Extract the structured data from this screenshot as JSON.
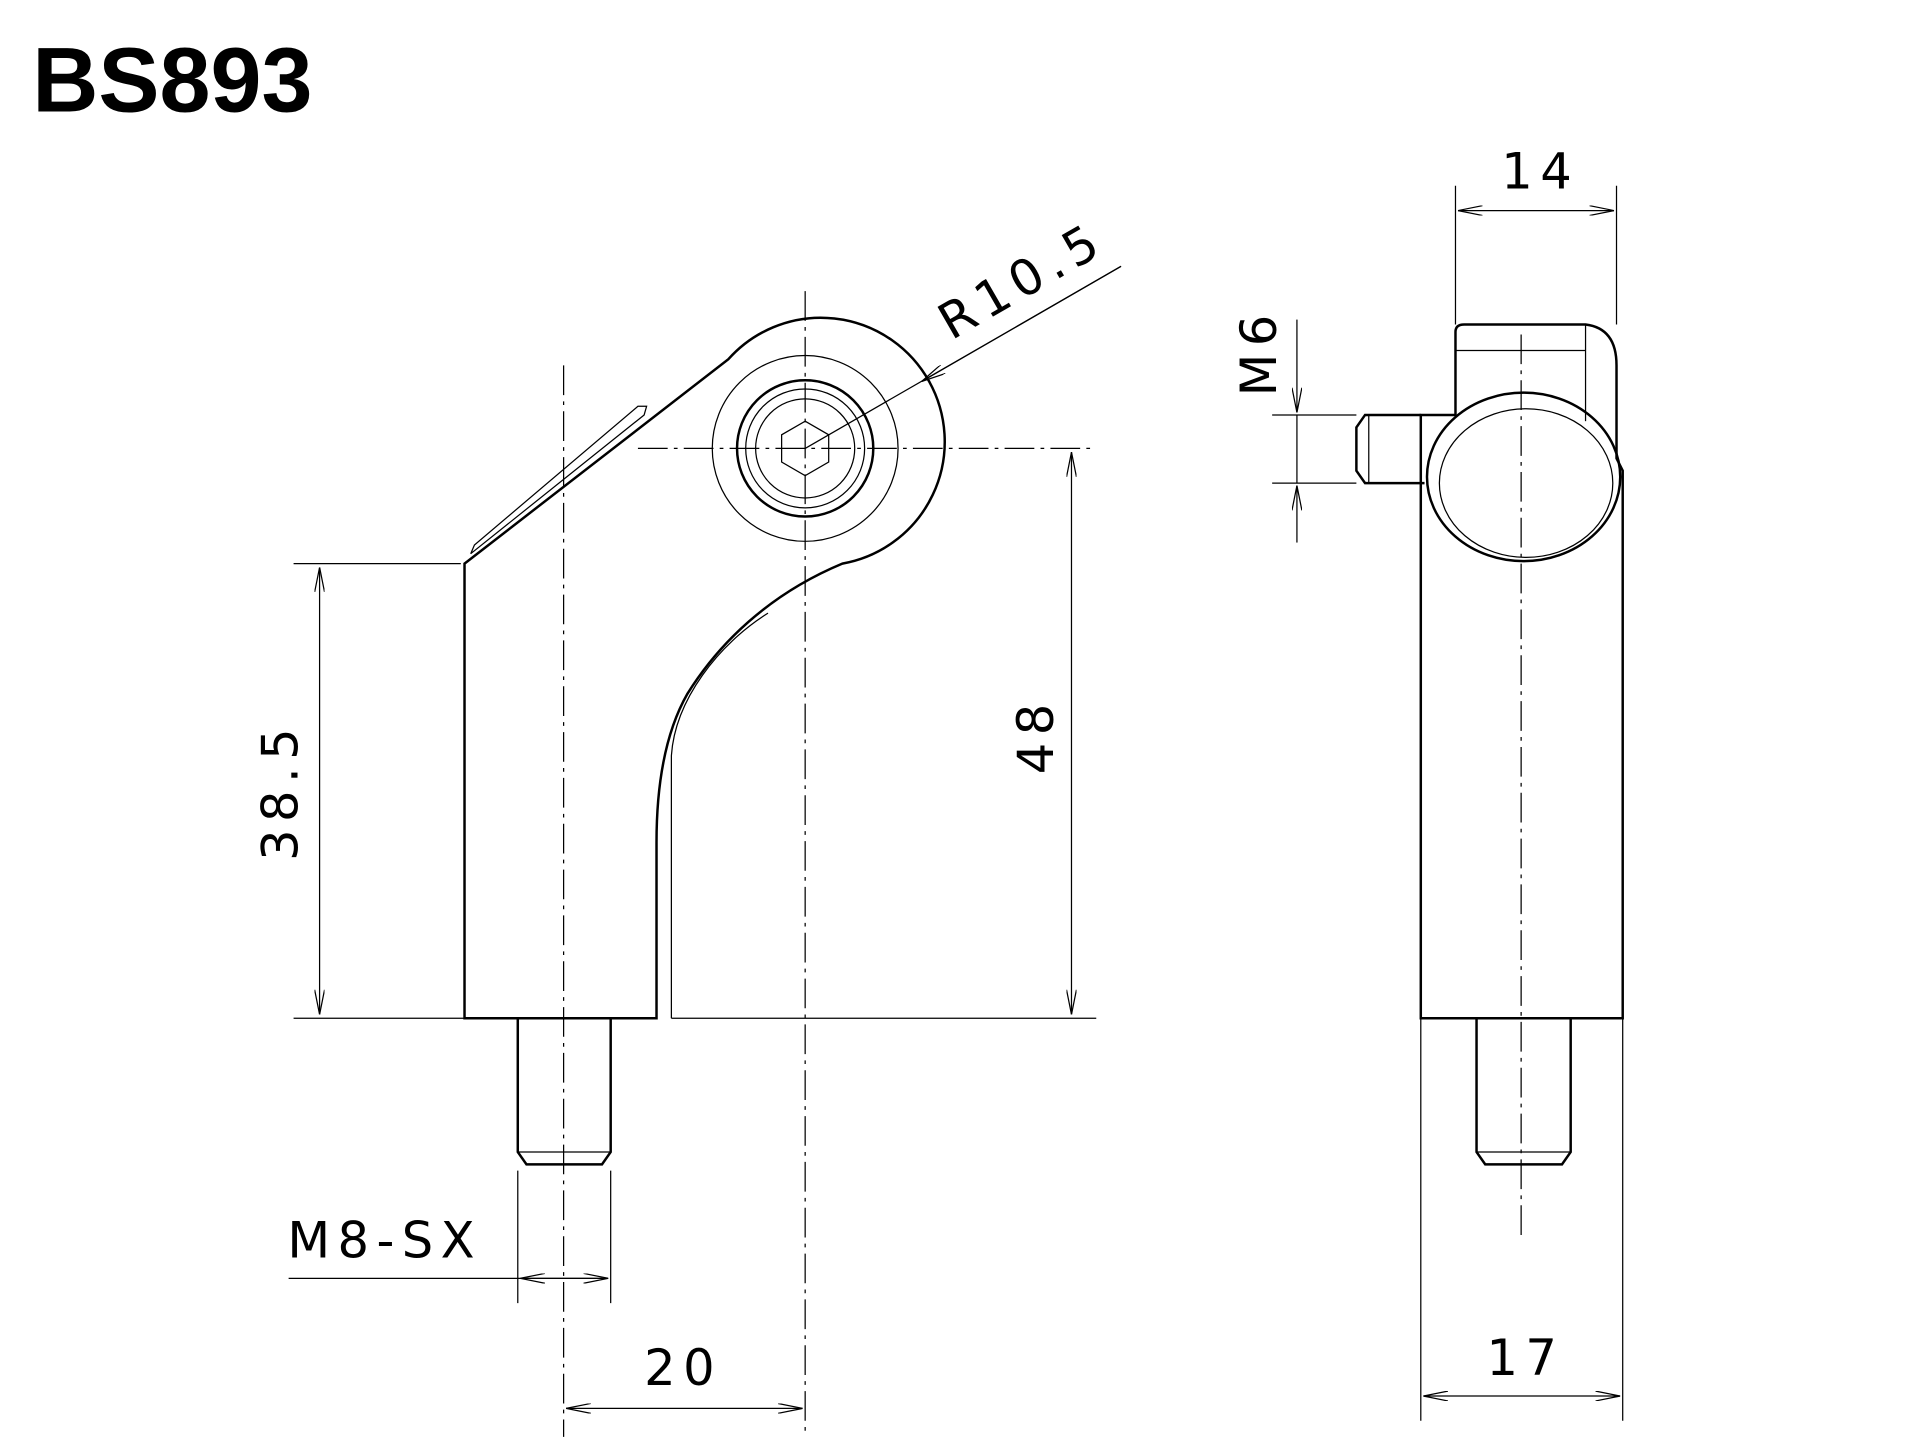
{
  "title": "BS893",
  "dimensions": {
    "radius": "R10.5",
    "height_left": "38.5",
    "height_total": "48",
    "offset": "20",
    "thread_bottom": "M8-SX",
    "width_top": "14",
    "width_bottom": "17",
    "thread_side": "M6"
  }
}
